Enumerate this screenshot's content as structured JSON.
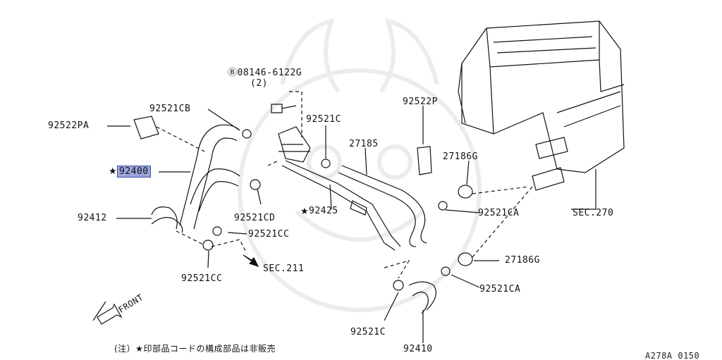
{
  "labels": {
    "bolt_ref": "Ⓑ08146-6122G",
    "bolt_qty": "(2)",
    "p92521CB": "92521CB",
    "p92522PA": "92522PA",
    "p92400_star": "★",
    "p92400": "92400",
    "p92521C_top": "92521C",
    "p92522P": "92522P",
    "p27185": "27185",
    "p27186G_top": "27186G",
    "p92412": "92412",
    "p92521CD": "92521CD",
    "p92425_star": "★",
    "p92425": "92425",
    "p92521CA_top": "92521CA",
    "sec270": "SEC.270",
    "p92521CC_right": "92521CC",
    "sec211": "SEC.211",
    "p27186G_bot": "27186G",
    "p92521CC_bottom": "92521CC",
    "p92521CA_bot": "92521CA",
    "front": "FRONT",
    "p92521C_bot": "92521C",
    "p92410": "92410",
    "note": "(注）★印部品コードの構成部品は非販売",
    "diagram_code": "A278A 0150"
  },
  "colors": {
    "line": "#111111",
    "highlight": "#9aa6dc",
    "watermark": "#ececec"
  }
}
